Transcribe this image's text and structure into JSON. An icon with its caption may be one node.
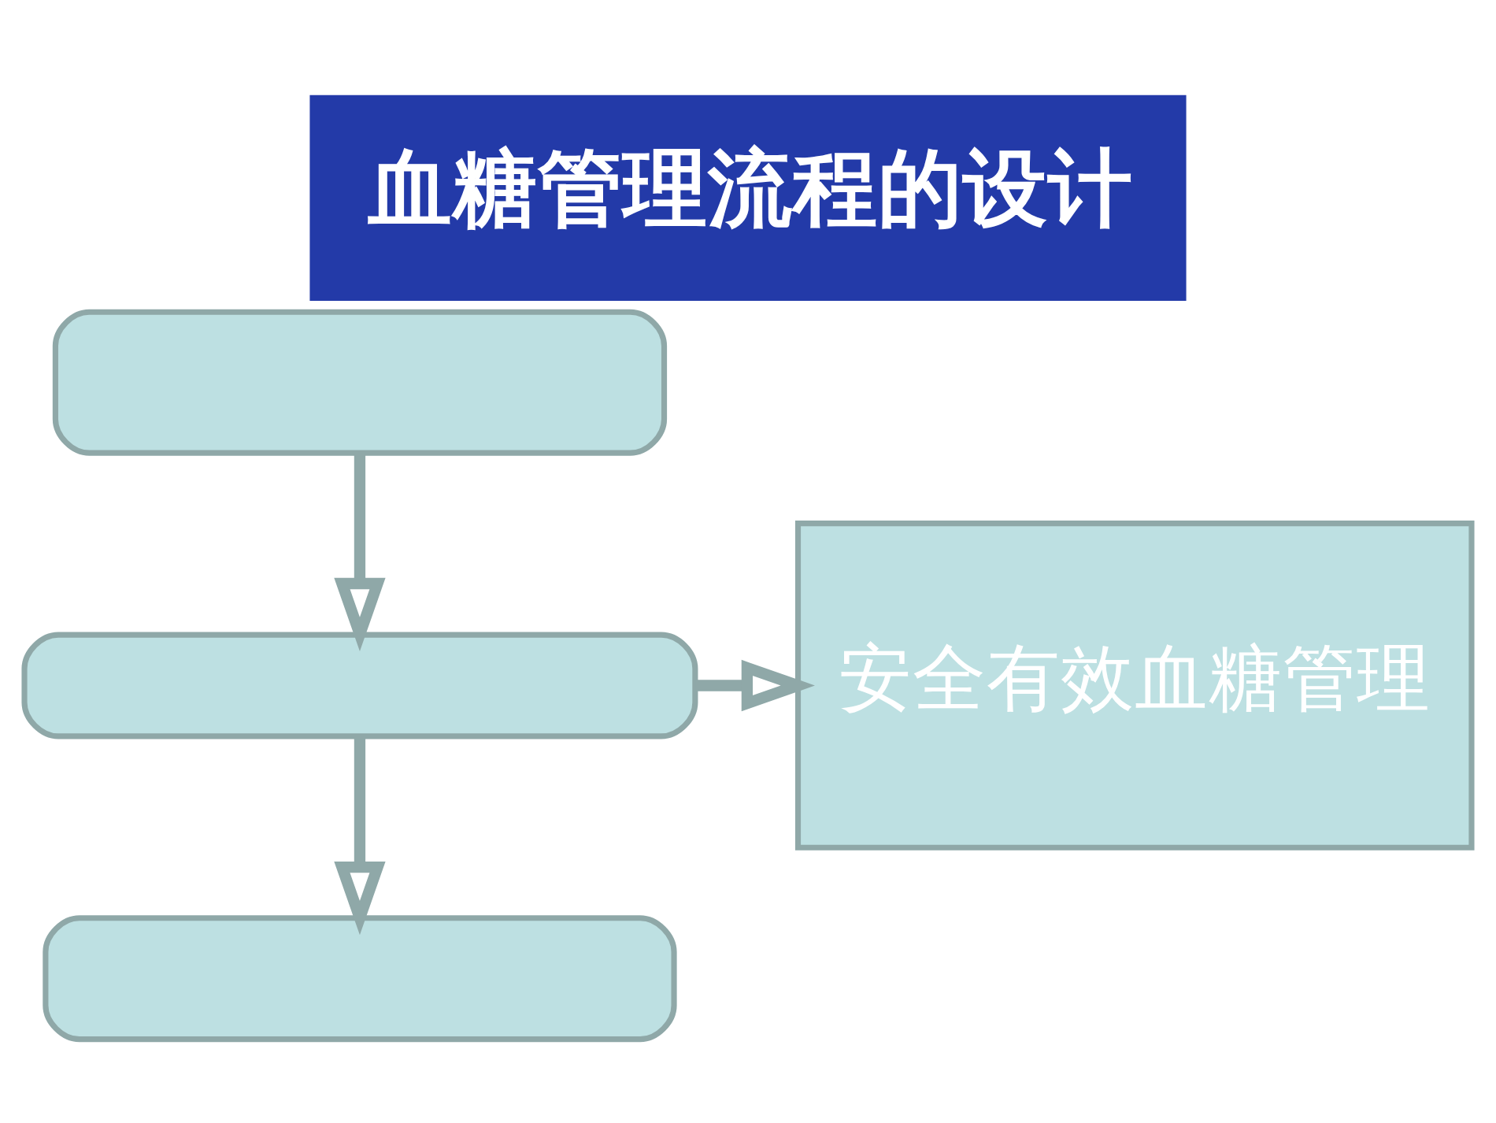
{
  "diagram": {
    "title": "血糖管理流程的设计",
    "nodes": [
      {
        "text": [],
        "shape": "box"
      },
      {
        "text": [],
        "shape": "box"
      },
      {
        "text": [],
        "shape": "box"
      },
      {
        "text": [
          "安全有效血糖管理"
        ]
      }
    ],
    "edges": [
      {
        "from": 0,
        "to": 1,
        "arrow": "to"
      },
      {
        "from": 1,
        "to": 2,
        "arrow": "to"
      },
      {
        "from": 1,
        "to": 3,
        "arrow": "to"
      }
    ]
  }
}
